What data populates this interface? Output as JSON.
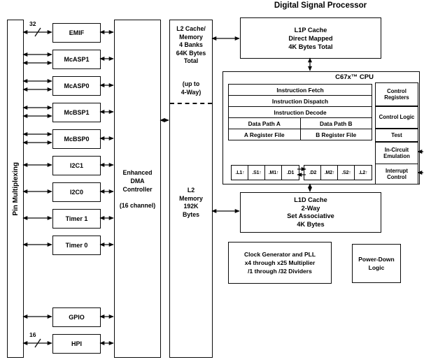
{
  "title": "Digital Signal Processor",
  "pin_mux": {
    "label": "Pin Multiplexing"
  },
  "peripherals": [
    {
      "label": "EMIF",
      "bus": "32"
    },
    {
      "label": "McASP1"
    },
    {
      "label": "McASP0"
    },
    {
      "label": "McBSP1"
    },
    {
      "label": "McBSP0"
    },
    {
      "label": "I2C1"
    },
    {
      "label": "I2C0"
    },
    {
      "label": "Timer 1"
    },
    {
      "label": "Timer 0"
    },
    {
      "label": "GPIO"
    },
    {
      "label": "HPI",
      "bus": "16"
    }
  ],
  "dma": {
    "line1": "Enhanced",
    "line2": "DMA",
    "line3": "Controller",
    "note": "(16 channel)"
  },
  "l2_cache": {
    "line1": "L2 Cache/",
    "line2": "Memory",
    "line3": "4 Banks",
    "line4": "64K Bytes",
    "line5": "Total",
    "note1": "(up to",
    "note2": "4-Way)"
  },
  "l2_memory": {
    "line1": "L2",
    "line2": "Memory",
    "line3": "192K",
    "line4": "Bytes"
  },
  "l1p": {
    "line1": "L1P Cache",
    "line2": "Direct Mapped",
    "line3": "4K Bytes Total"
  },
  "l1d": {
    "line1": "L1D Cache",
    "line2": "2-Way",
    "line3": "Set Associative",
    "line4": "4K Bytes"
  },
  "cpu": {
    "title": "C67x™ CPU",
    "pipeline": [
      "Instruction Fetch",
      "Instruction Dispatch",
      "Instruction Decode"
    ],
    "datapath_a": "Data Path A",
    "datapath_b": "Data Path B",
    "regfile_a": "A Register File",
    "regfile_b": "B Register File",
    "units_a": [
      ".L1↑",
      ".S1↑",
      ".M1↑",
      ".D1"
    ],
    "units_b": [
      ".D2",
      ".M2↑",
      ".S2↑",
      ".L2↑"
    ],
    "control_registers": "Control Registers",
    "control_logic": "Control Logic",
    "test": "Test",
    "emulation": "In-Circuit Emulation",
    "interrupt": "Interrupt Control"
  },
  "clock": {
    "line1": "Clock Generator and PLL",
    "line2": "x4 through x25 Multiplier",
    "line3": "/1 through /32 Dividers"
  },
  "power_down": {
    "line1": "Power-Down",
    "line2": "Logic"
  },
  "colors": {
    "line": "#0a0a0a",
    "background": "#ffffff"
  }
}
